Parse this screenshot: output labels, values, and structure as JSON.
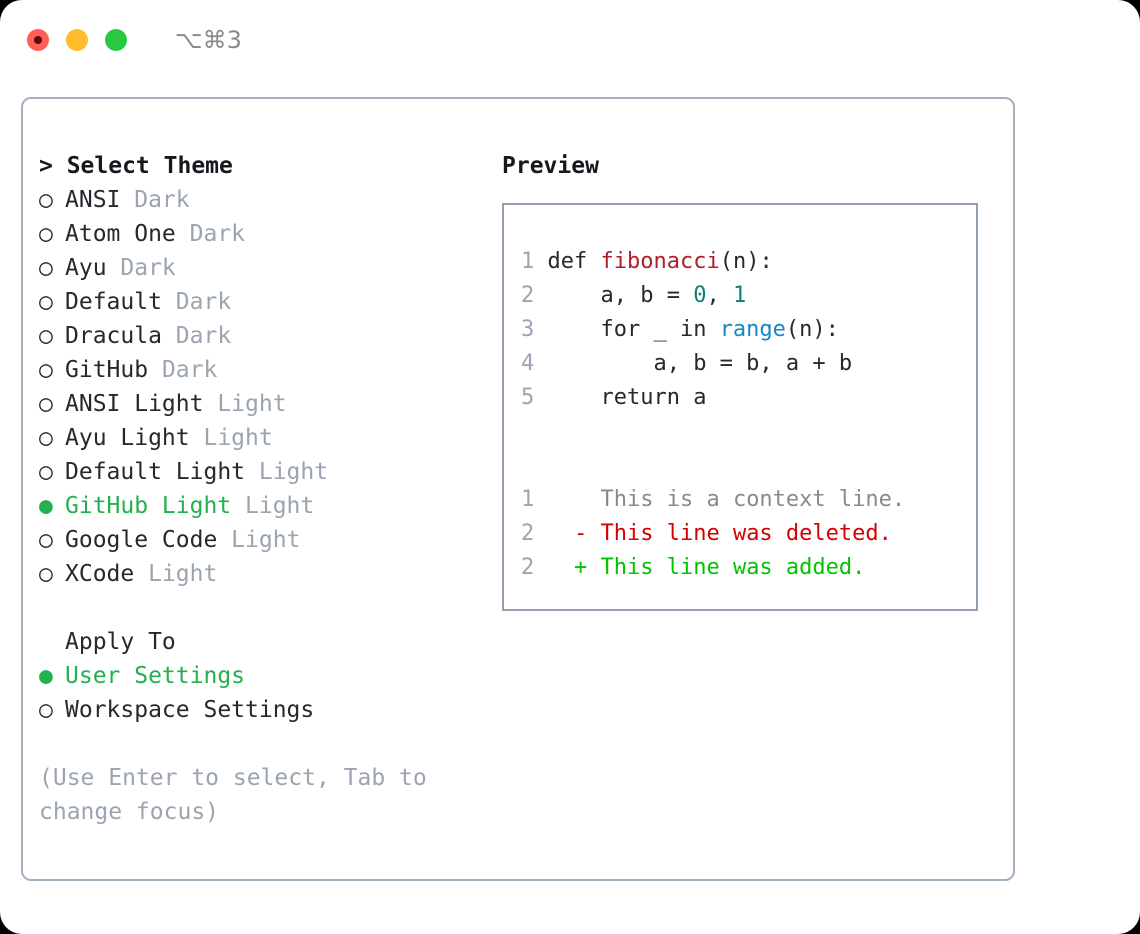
{
  "titlebar": {
    "shortcut": "⌥⌘3",
    "lights": [
      {
        "name": "close-button",
        "color": "#ff5f57"
      },
      {
        "name": "minimize-button",
        "color": "#febc2e"
      },
      {
        "name": "maximize-button",
        "color": "#28c840"
      }
    ]
  },
  "theme_picker": {
    "header": "> Select Theme",
    "items": [
      {
        "bullet": "○",
        "name": "ANSI",
        "kind": "Dark",
        "selected": false
      },
      {
        "bullet": "○",
        "name": "Atom One",
        "kind": "Dark",
        "selected": false
      },
      {
        "bullet": "○",
        "name": "Ayu",
        "kind": "Dark",
        "selected": false
      },
      {
        "bullet": "○",
        "name": "Default",
        "kind": "Dark",
        "selected": false
      },
      {
        "bullet": "○",
        "name": "Dracula",
        "kind": "Dark",
        "selected": false
      },
      {
        "bullet": "○",
        "name": "GitHub",
        "kind": "Dark",
        "selected": false
      },
      {
        "bullet": "○",
        "name": "ANSI Light",
        "kind": "Light",
        "selected": false
      },
      {
        "bullet": "○",
        "name": "Ayu Light",
        "kind": "Light",
        "selected": false
      },
      {
        "bullet": "○",
        "name": "Default Light",
        "kind": "Light",
        "selected": false
      },
      {
        "bullet": "●",
        "name": "GitHub Light",
        "kind": "Light",
        "selected": true
      },
      {
        "bullet": "○",
        "name": "Google Code",
        "kind": "Light",
        "selected": false
      },
      {
        "bullet": "○",
        "name": "XCode",
        "kind": "Light",
        "selected": false
      }
    ]
  },
  "apply_to": {
    "header": "Apply To",
    "options": [
      {
        "bullet": "●",
        "name": "User Settings",
        "selected": true
      },
      {
        "bullet": "○",
        "name": "Workspace Settings",
        "selected": false
      }
    ]
  },
  "hint": "(Use Enter to select, Tab to change focus)",
  "preview": {
    "title": "Preview",
    "code_lines": [
      {
        "num": "1",
        "tokens": [
          {
            "text": "def ",
            "type": "plain"
          },
          {
            "text": "fibonacci",
            "type": "fn"
          },
          {
            "text": "(n):",
            "type": "plain"
          }
        ]
      },
      {
        "num": "2",
        "tokens": [
          {
            "text": "    a, b = ",
            "type": "plain"
          },
          {
            "text": "0",
            "type": "num"
          },
          {
            "text": ", ",
            "type": "plain"
          },
          {
            "text": "1",
            "type": "num"
          }
        ]
      },
      {
        "num": "3",
        "tokens": [
          {
            "text": "    for _ in ",
            "type": "plain"
          },
          {
            "text": "range",
            "type": "builtin"
          },
          {
            "text": "(n):",
            "type": "plain"
          }
        ]
      },
      {
        "num": "4",
        "tokens": [
          {
            "text": "        a, b = b, a + b",
            "type": "plain"
          }
        ]
      },
      {
        "num": "5",
        "tokens": [
          {
            "text": "    return a",
            "type": "plain"
          }
        ]
      }
    ],
    "diff_lines": [
      {
        "num": "1",
        "marker": " ",
        "text": " This is a context line.",
        "type": "ctx"
      },
      {
        "num": "2",
        "marker": "-",
        "text": " This line was deleted.",
        "type": "del"
      },
      {
        "num": "2",
        "marker": "+",
        "text": " This line was added.",
        "type": "add"
      }
    ]
  },
  "colors": {
    "accent_green": "#22b14c",
    "muted": "#9aa5b1",
    "border": "#a3b0be",
    "fn_red": "#b31d28",
    "num_teal": "#0f7d78",
    "builtin_blue": "#1a85c4",
    "diff_del": "#d50000",
    "diff_add": "#00c400"
  }
}
